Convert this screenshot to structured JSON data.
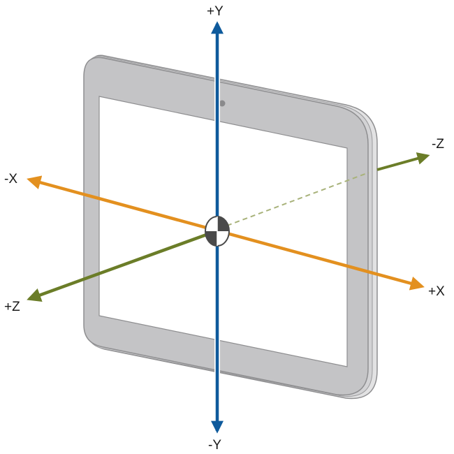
{
  "labels": {
    "plus_y": "+Y",
    "minus_y": "-Y",
    "plus_x": "+X",
    "minus_x": "-X",
    "plus_z": "+Z",
    "minus_z": "-Z"
  },
  "colors": {
    "y_axis": "#0e5a9c",
    "x_axis": "#e3901f",
    "z_axis": "#6b7d28",
    "z_axis_hidden": "#a8b27a",
    "device_body": "#c4c4c6",
    "device_edge": "#8e8e90",
    "screen": "#ffffff",
    "origin_dark": "#4a4a4a"
  },
  "icons": {
    "device": "tablet-icon",
    "origin": "origin-marker-icon"
  }
}
